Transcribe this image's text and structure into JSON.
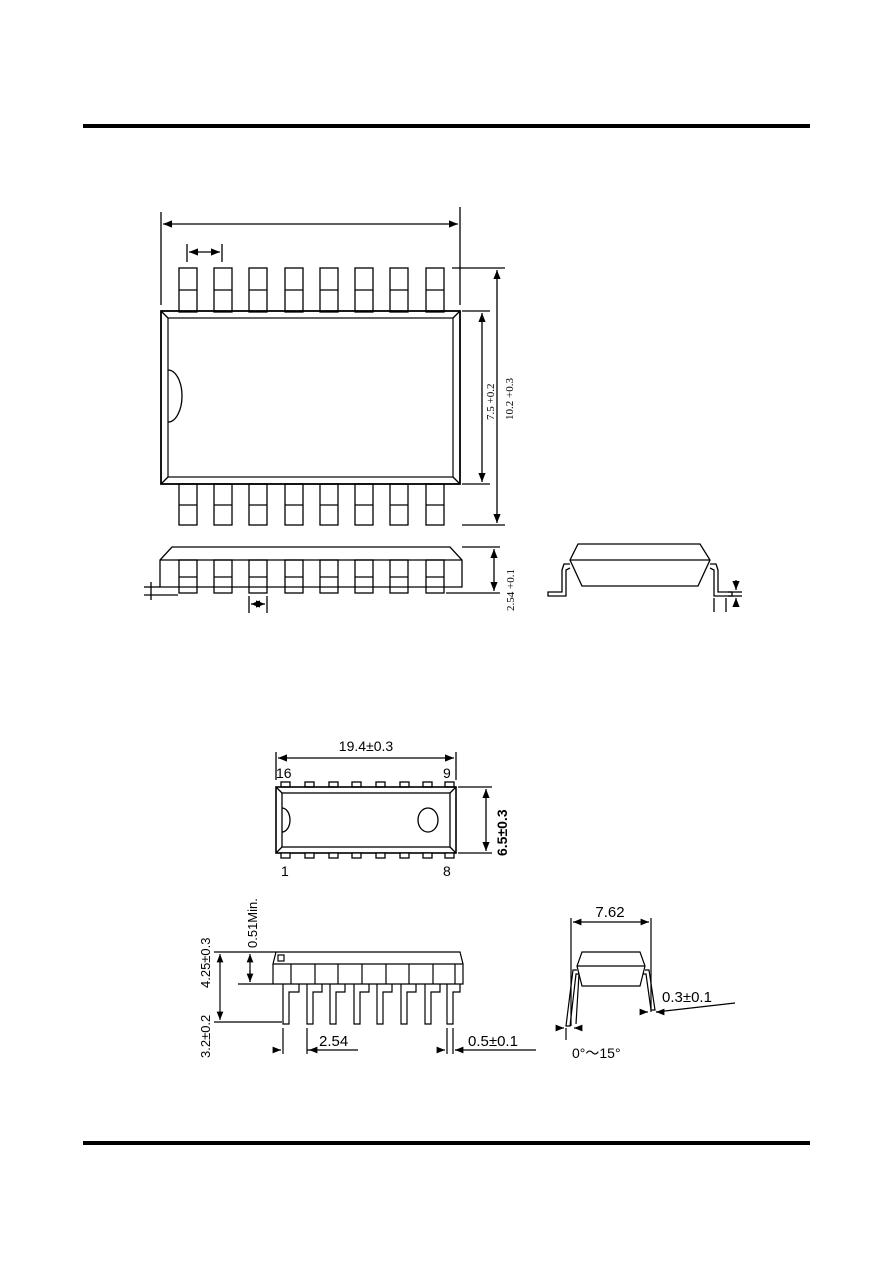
{
  "sop_package": {
    "dim_body_width": "7.5 +0.2",
    "dim_total_width": "10.2 +0.3",
    "dim_height": "2.54 +0.1"
  },
  "dip_package": {
    "dim_length": "19.4±0.3",
    "dim_width": "6.5±0.3",
    "pin_16": "16",
    "pin_9": "9",
    "pin_1": "1",
    "pin_8": "8",
    "dim_standoff_min": "0.51Min.",
    "dim_body_height": "4.25±0.3",
    "dim_lead_length": "3.2±0.2",
    "dim_pitch": "2.54",
    "dim_lead_width": "0.5±0.1",
    "dim_row_spacing": "7.62",
    "dim_lead_thickness": "0.3±0.1",
    "dim_lead_angle": "0°～15°"
  }
}
